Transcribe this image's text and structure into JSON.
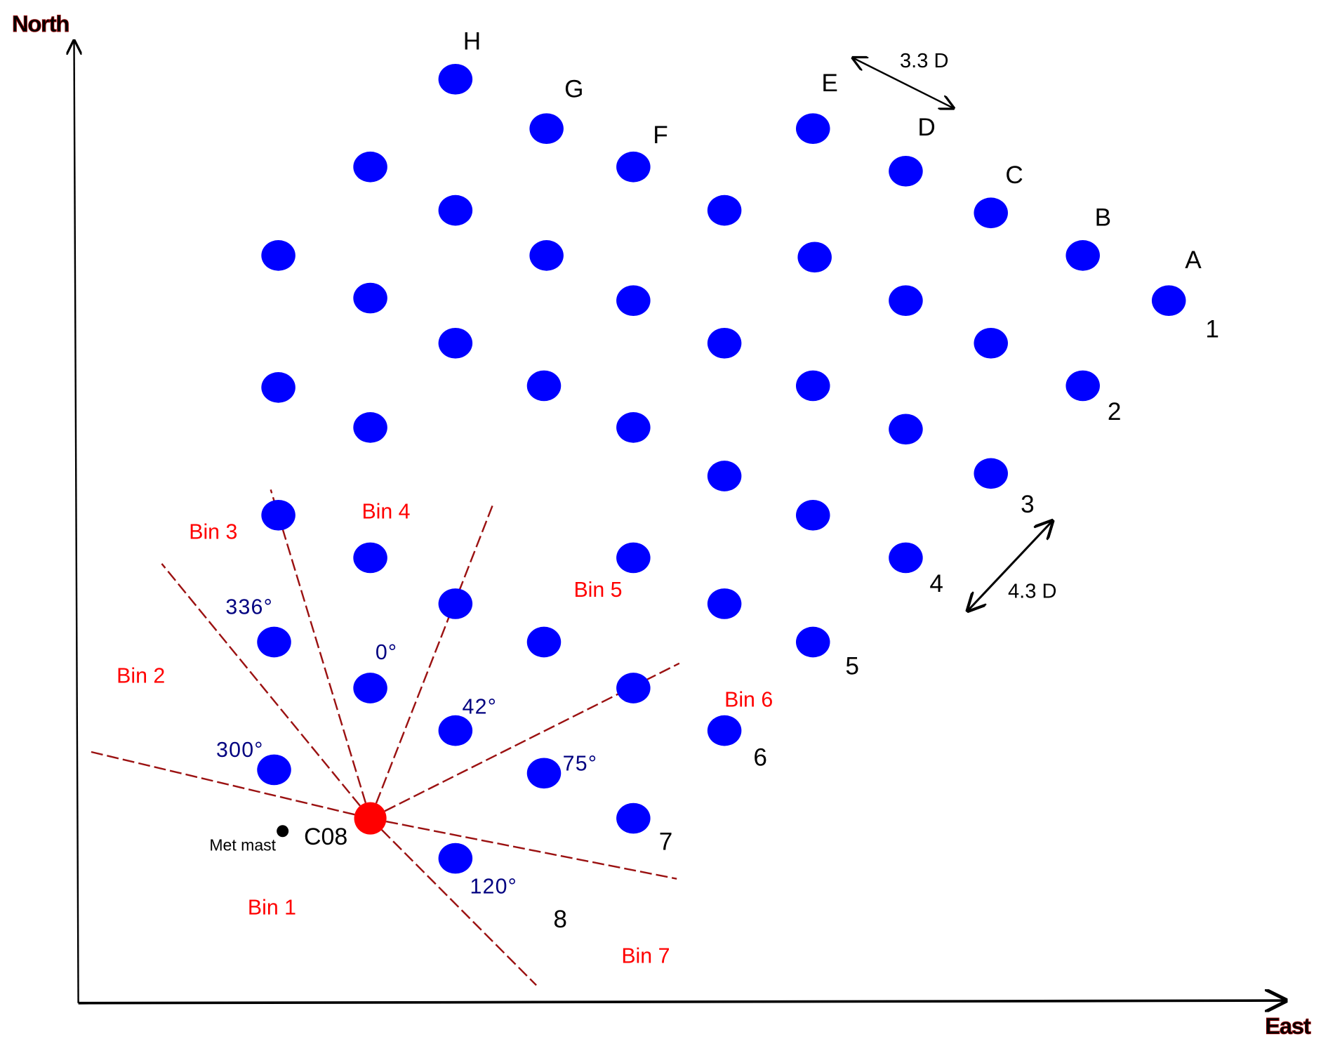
{
  "axes": {
    "y_label": "North",
    "x_label": "East"
  },
  "columns": [
    "A",
    "B",
    "C",
    "D",
    "E",
    "F",
    "G",
    "H"
  ],
  "rows": [
    "1",
    "2",
    "3",
    "4",
    "5",
    "6",
    "7",
    "8"
  ],
  "bins": [
    "Bin 1",
    "Bin 2",
    "Bin 3",
    "Bin 4",
    "Bin 5",
    "Bin 6",
    "Bin 7"
  ],
  "angles": [
    "300°",
    "336°",
    "0°",
    "42°",
    "75°",
    "120°"
  ],
  "reference_turbine": "C08",
  "met_mast": "Met mast",
  "spacing": {
    "diagonal_1": "3.3 D",
    "diagonal_2": "4.3 D"
  },
  "colors": {
    "turbine": "#0000ff",
    "reference": "#ff0000",
    "sector_line": "#9b1111",
    "bin_label": "#ff0000",
    "angle_label": "#000080"
  }
}
